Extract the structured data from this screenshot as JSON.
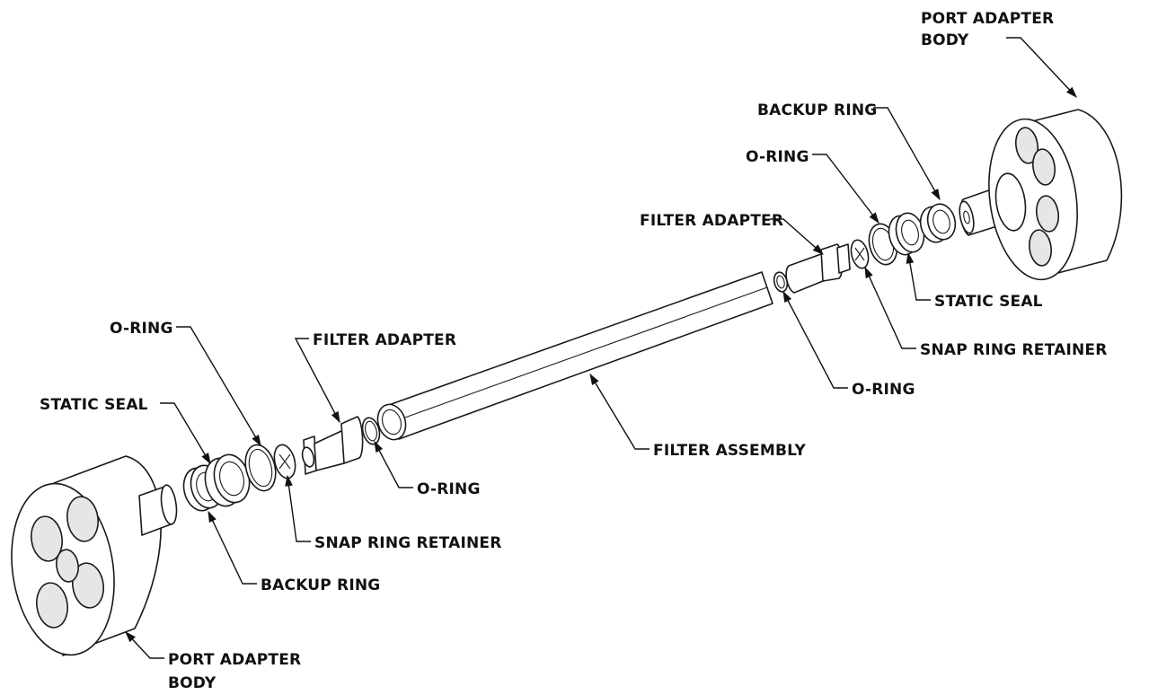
{
  "labels": {
    "port_adapter_body_right_line1": "PORT ADAPTER",
    "port_adapter_body_right_line2": "BODY",
    "backup_ring_right": "BACKUP RING",
    "o_ring_right_upper": "O-RING",
    "filter_adapter_right": "FILTER ADAPTER",
    "static_seal_right": "STATIC SEAL",
    "snap_ring_retainer_right": "SNAP RING RETAINER",
    "o_ring_right_lower": "O-RING",
    "filter_assembly": "FILTER ASSEMBLY",
    "o_ring_left_upper": "O-RING",
    "filter_adapter_left": "FILTER ADAPTER",
    "static_seal_left": "STATIC SEAL",
    "o_ring_left_lower": "O-RING",
    "snap_ring_retainer_left": "SNAP RING RETAINER",
    "backup_ring_left": "BACKUP RING",
    "port_adapter_body_left_line1": "PORT ADAPTER",
    "port_adapter_body_left_line2": "BODY"
  }
}
